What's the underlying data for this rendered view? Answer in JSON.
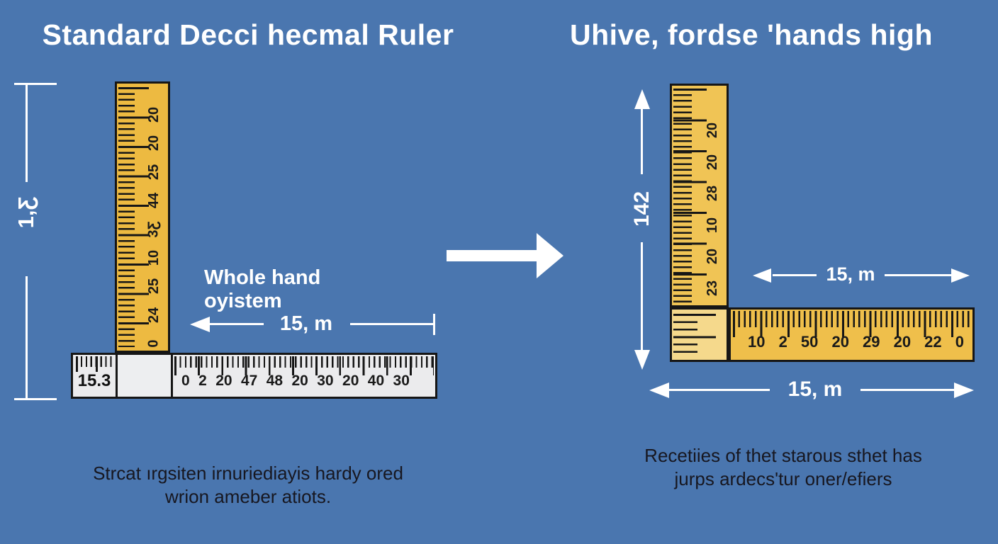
{
  "colors": {
    "background": "#4a76af",
    "ruler_yellow_left": "#edba41",
    "ruler_yellow_right": "#f0c455",
    "ruler_corner": "#f5d98c",
    "ruler_yellow_horiz": "#efbf4b",
    "ruler_gray": "#ebebed",
    "tick_black": "#161616",
    "text_white": "#ffffff",
    "caption_dark": "#171720",
    "number_dark": "#1a1a1a"
  },
  "left_panel": {
    "title": "Standard Decci hecmal Ruler",
    "height_dimension_label": "1,Ƹ",
    "vertical_ruler_numbers": [
      "20",
      "20",
      "25",
      "44",
      "3Ƹ",
      "10",
      "25",
      "24",
      "0"
    ],
    "horizontal_ruler": {
      "left_label": "15.3",
      "numbers": [
        "0",
        "2",
        "20",
        "47",
        "48",
        "20",
        "30",
        "20",
        "40",
        "30"
      ]
    },
    "annotation": "Whole hand oyistem",
    "width_dimension_label": "15, m",
    "caption_line1": "Strcat ırgsiten irnuriediayis hardy ored",
    "caption_line2": "wrion ameber atiots."
  },
  "right_panel": {
    "title": "Uhive, fordse 'hands high",
    "height_dimension_label": "142",
    "vertical_ruler_numbers": [
      "20",
      "20",
      "28",
      "10",
      "20",
      "23"
    ],
    "horizontal_ruler_numbers": [
      "10",
      "2",
      "50",
      "20",
      "29",
      "20",
      "22",
      "0"
    ],
    "width_dimension_label_upper": "15, m",
    "width_dimension_label_lower": "15, m",
    "caption_line1": "Recetiies of thet starous sthet has",
    "caption_line2": "jurps ardecs'tur oner/efiers"
  }
}
